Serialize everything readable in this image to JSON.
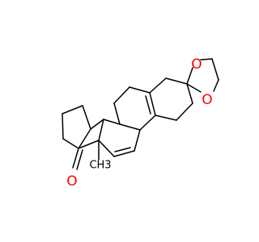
{
  "structure": {
    "atoms": {
      "oxygen_1": "O",
      "oxygen_2": "O",
      "oxygen_ketone": "O",
      "methyl": "CH3"
    },
    "colors": {
      "bond": "#000000",
      "carbon": "#000000",
      "oxygen": "#ff0000",
      "background": "#ffffff"
    }
  }
}
